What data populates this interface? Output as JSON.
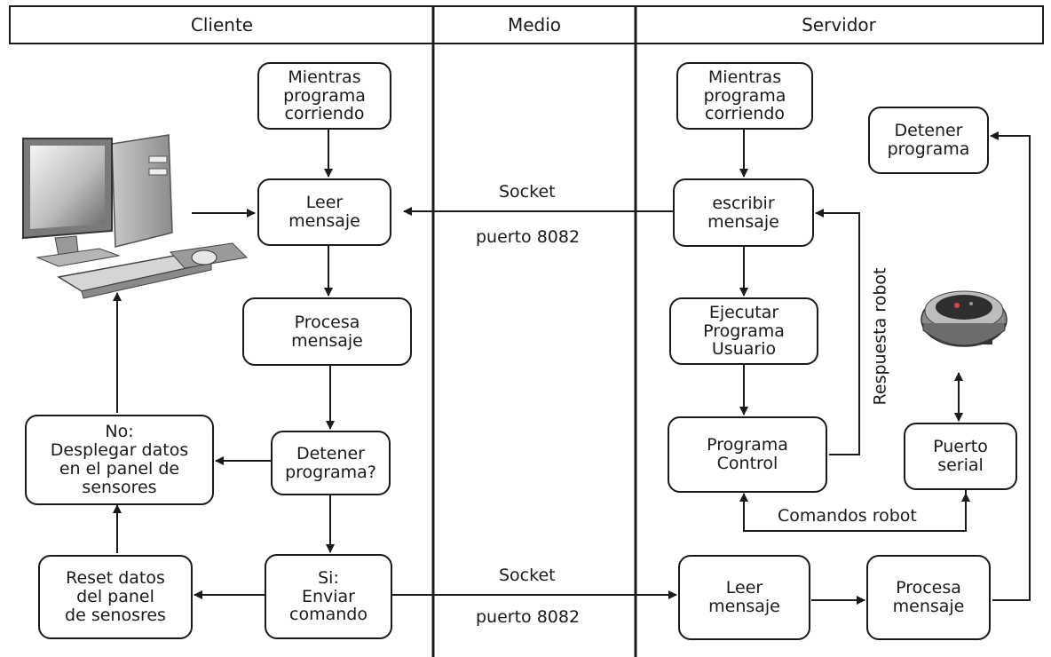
{
  "lanes": {
    "client": "Cliente",
    "medium": "Medio",
    "server": "Servidor"
  },
  "client": {
    "loop": "Mientras\nprograma\ncorriendo",
    "read": "Leer\nmensaje",
    "process": "Procesa\nmensaje",
    "decision": "Detener\nprograma?",
    "display": "No:\nDesplegar datos\nen el panel de\nsensores",
    "send": "Si:\nEnviar\ncomando",
    "reset": "Reset datos\ndel panel\nde senosres"
  },
  "server": {
    "loop": "Mientras\nprograma\ncorriendo",
    "write": "escribir\nmensaje",
    "execute": "Ejecutar\nPrograma\nUsuario",
    "control": "Programa\nControl",
    "stop": "Detener\nprograma",
    "serial": "Puerto\nserial",
    "read": "Leer\nmensaje",
    "process": "Procesa\nmensaje"
  },
  "links": {
    "socket_top": "Socket",
    "port_top": "puerto 8082",
    "socket_bottom": "Socket",
    "port_bottom": "puerto 8082",
    "robot_response": "Respuesta robot",
    "robot_commands": "Comandos robot"
  },
  "icons": {
    "computer": "desktop-computer-icon",
    "robot": "robot-icon"
  }
}
